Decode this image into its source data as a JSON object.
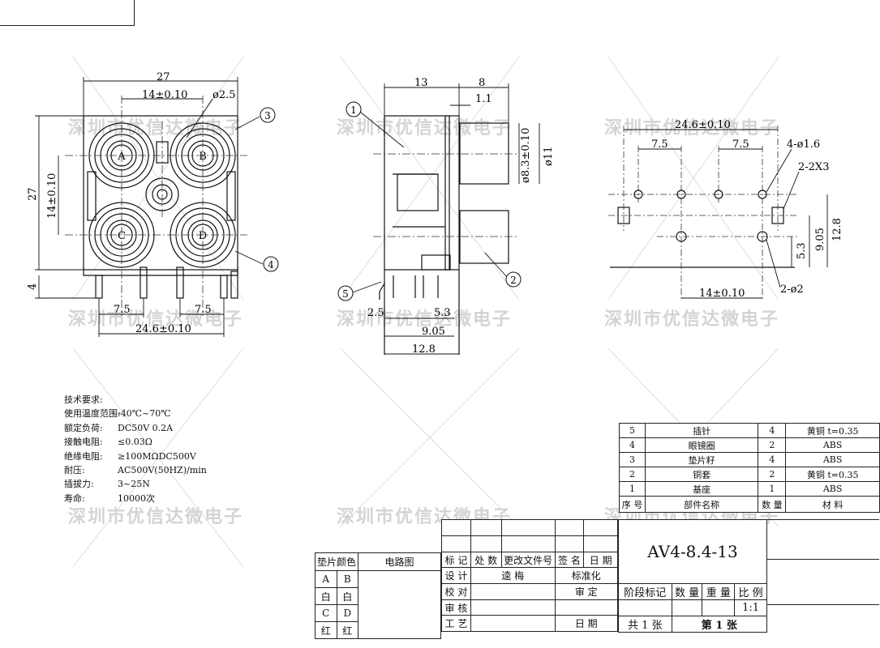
{
  "drawing": {
    "watermark": "深圳市优信达微电子",
    "front": {
      "dim_width": "27",
      "dim_pitch_top": "14±0.10",
      "dim_hole": "ø2.5",
      "dim_height": "27",
      "dim_pitch_left": "14±0.10",
      "dim_pin_len": "4",
      "dim_pin_left": "7.5",
      "dim_pin_right": "7.5",
      "dim_pin_total": "24.6±0.10",
      "jack_labels": [
        "A",
        "B",
        "C",
        "D"
      ]
    },
    "side": {
      "dim_13": "13",
      "dim_8": "8",
      "dim_1_1": "1.1",
      "dim_d8_3": "ø8.3±0.10",
      "dim_d11": "ø11",
      "dim_2_5": "2.5",
      "dim_5_3": "5.3",
      "dim_9_05": "9.05",
      "dim_12_8": "12.8"
    },
    "pcb": {
      "dim_top": "24.6±0.10",
      "dim_left": "7.5",
      "dim_right": "7.5",
      "callout_holes": "4-ø1.6",
      "callout_slots": "2-2X3",
      "dim_12_8": "12.8",
      "dim_9_05": "9.05",
      "dim_5_3": "5.3",
      "dim_bottom": "14±0.10",
      "callout_pins": "2-ø2"
    },
    "callouts": [
      "1",
      "2",
      "3",
      "4",
      "5"
    ]
  },
  "requirements": {
    "title": "技术要求:",
    "items": [
      {
        "key": "使用温度范围:",
        "value": "-40℃~70℃"
      },
      {
        "key": "额定负荷:",
        "value": "DC50V 0.2A"
      },
      {
        "key": "接触电阻:",
        "value": "≤0.03Ω"
      },
      {
        "key": "绝缘电阻:",
        "value": "≥100MΩDC500V"
      },
      {
        "key": "耐压:",
        "value": "AC500V(50HZ)/min"
      },
      {
        "key": "插拔力:",
        "value": "3~25N"
      },
      {
        "key": "寿命:",
        "value": "10000次"
      }
    ]
  },
  "bom": {
    "rows": [
      {
        "no": "5",
        "name": "插针",
        "qty": "4",
        "material": "黄铜 t=0.35"
      },
      {
        "no": "4",
        "name": "眼镜圈",
        "qty": "2",
        "material": "ABS"
      },
      {
        "no": "3",
        "name": "垫片籽",
        "qty": "4",
        "material": "ABS"
      },
      {
        "no": "2",
        "name": "铜套",
        "qty": "2",
        "material": "黄铜 t=0.35"
      },
      {
        "no": "1",
        "name": "基座",
        "qty": "1",
        "material": "ABS"
      }
    ],
    "header": {
      "no": "序 号",
      "name": "部件名称",
      "qty": "数 量",
      "material": "材 料"
    }
  },
  "color_table": {
    "header": "垫片颜色",
    "circuit_header": "电路图",
    "rows": [
      [
        "A",
        "B"
      ],
      [
        "白",
        "白"
      ],
      [
        "C",
        "D"
      ],
      [
        "红",
        "红"
      ]
    ]
  },
  "title_block": {
    "part_no": "AV4-8.4-13",
    "rev_headers": [
      "标 记",
      "处 数",
      "更改文件号",
      "签 名",
      "日 期"
    ],
    "design": "设 计",
    "designer": "逵 梅",
    "standard": "标准化",
    "check": "校 对",
    "approve": "审 定",
    "review": "审 核",
    "process": "工 艺",
    "date": "日 期",
    "stage": "阶段标记",
    "quantity": "数 量",
    "weight": "重 量",
    "scale": "比 例",
    "scale_value": "1:1",
    "total_sheets": "共 1 张",
    "sheet_no": "第 1 张"
  }
}
